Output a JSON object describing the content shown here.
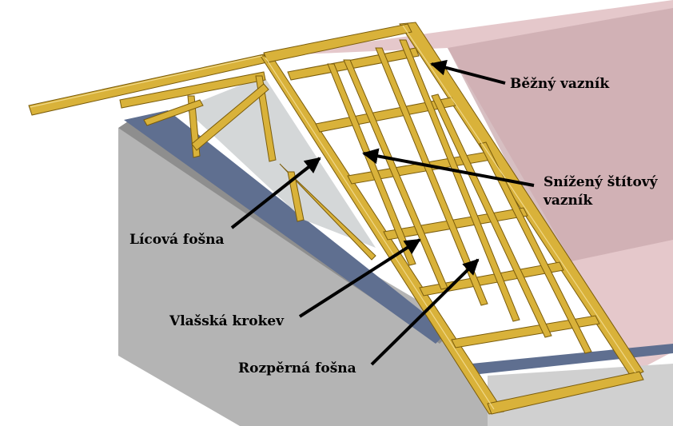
{
  "labels": {
    "bezny_vaznik": "Běžný vazník",
    "snizeny_stitovy_vaznik_1": "Snížený štítový",
    "snizeny_stitovy_vaznik_2": "vazník",
    "licova_fosna": "Lícová fošna",
    "vlasska_krokev": "Vlašská krokev",
    "roz_perna_fosna": "Rozpěrná fošna"
  },
  "colors": {
    "timber": "#d9b23a",
    "timber_dark": "#8a6a12",
    "timber_light": "#ecd27a",
    "wall_gray": "#b0b0b0",
    "wall_gray_dark": "#9a9a9a",
    "roof_pink": "#e3c3c6",
    "roof_pink_dark": "#b99ea2",
    "gable_light": "#d7dadb",
    "steel_blue": "#5a6a8a",
    "arrow": "#000000"
  }
}
